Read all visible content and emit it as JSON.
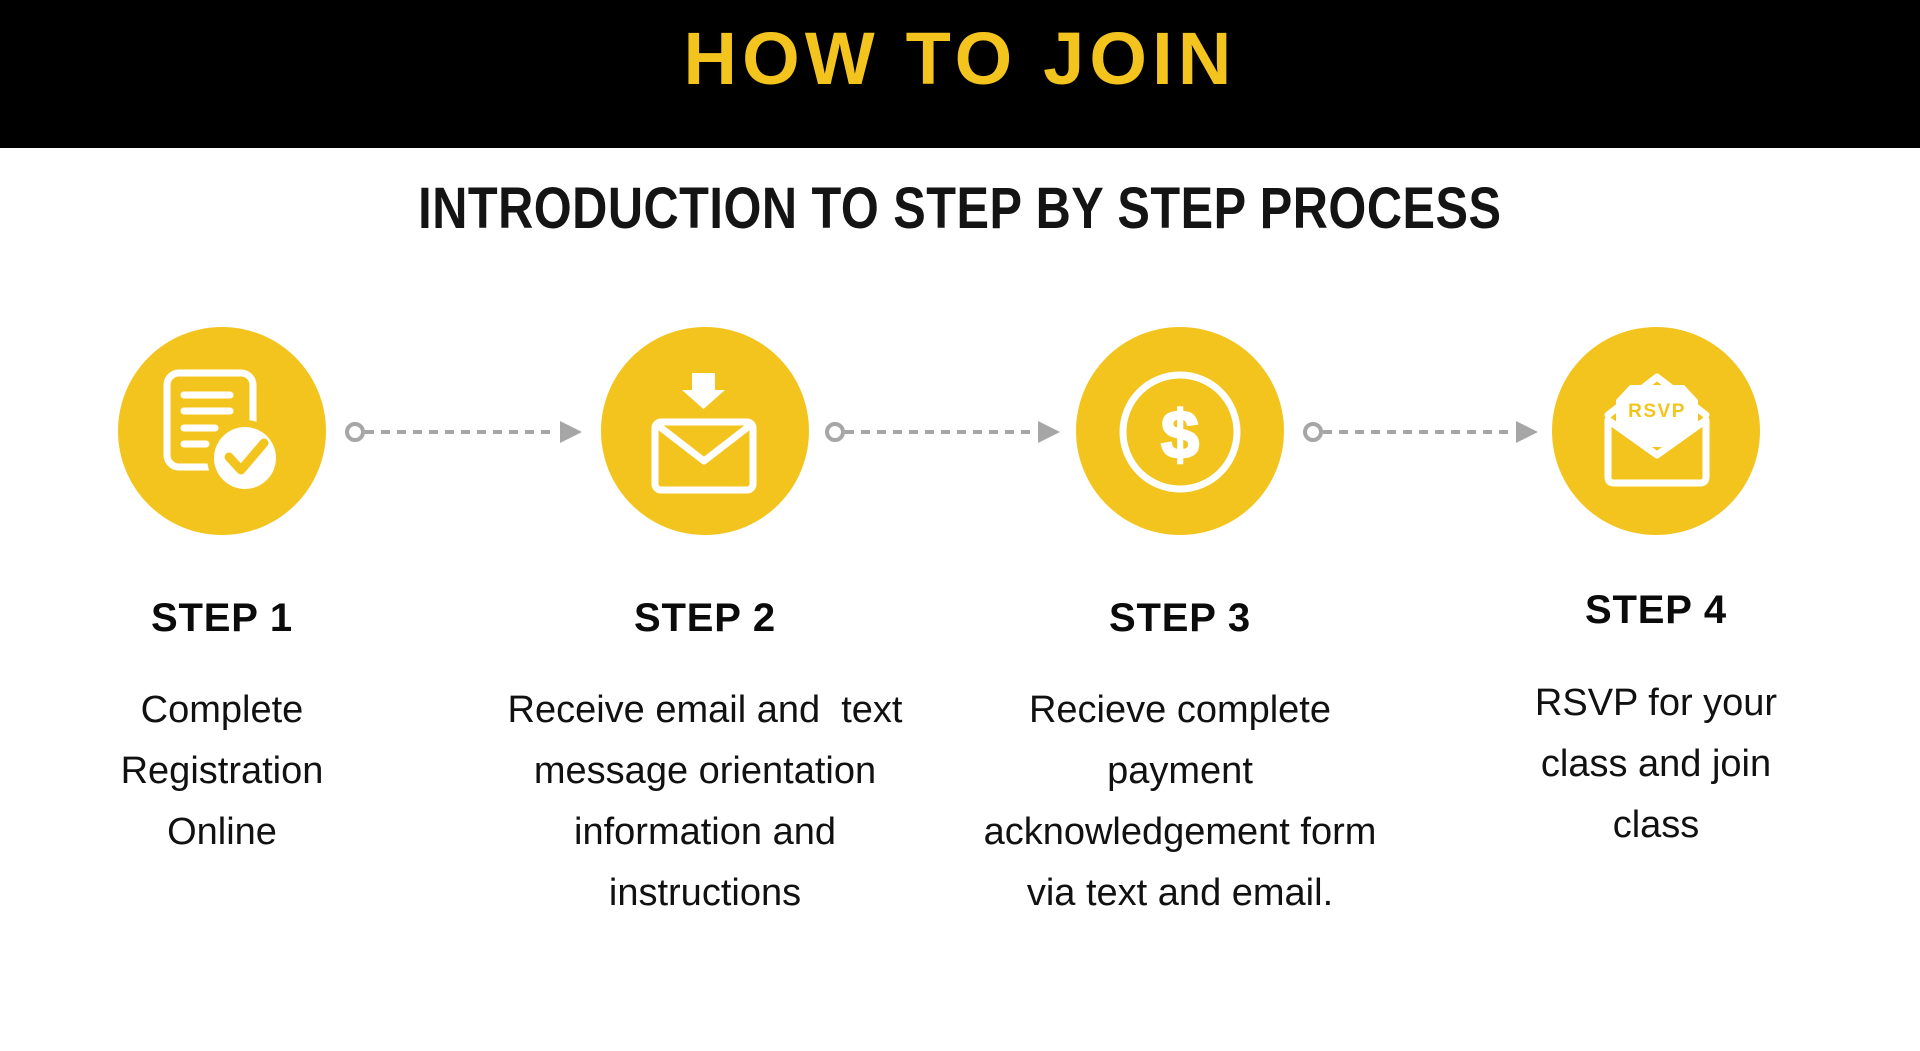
{
  "colors": {
    "accent_yellow": "#F4C41E",
    "header_black": "#000000",
    "connector_gray": "#A6A6A6",
    "text_black": "#111111"
  },
  "header": {
    "title": "HOW TO JOIN"
  },
  "subtitle": "INTRODUCTION TO STEP BY STEP PROCESS",
  "steps": [
    {
      "label": "STEP 1",
      "icon": "document-check-icon",
      "lines": [
        "Complete",
        "Registration",
        "Online"
      ]
    },
    {
      "label": "STEP 2",
      "icon": "mail-download-icon",
      "lines": [
        "Receive email and  text",
        "message orientation",
        "information and",
        "instructions"
      ]
    },
    {
      "label": "STEP 3",
      "icon": "dollar-payment-icon",
      "icon_text": "$",
      "lines": [
        "Recieve complete",
        "payment",
        "acknowledgement form",
        "via text and email."
      ]
    },
    {
      "label": "STEP 4",
      "icon": "rsvp-envelope-icon",
      "icon_text": "RSVP",
      "lines": [
        "RSVP for your",
        "class and join",
        "class"
      ]
    }
  ]
}
